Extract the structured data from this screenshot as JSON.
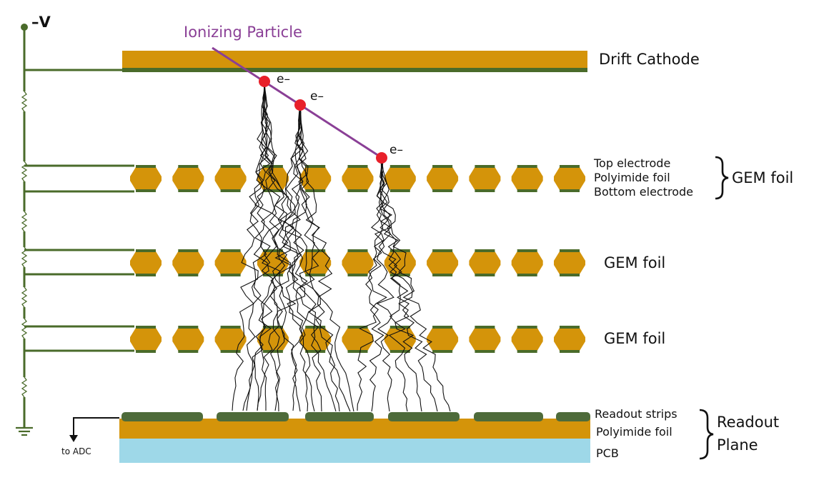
{
  "colors": {
    "wire": "#4a6b2a",
    "electrode": "#4a6b2a",
    "gold": "#d4940a",
    "pcb": "#9ed8e8",
    "strip": "#4e6b3a",
    "track": "#8a3f96",
    "electron": "#e8202a",
    "avalanche": "#111111"
  },
  "labels": {
    "voltage": "–V",
    "ionizing_particle": "Ionizing Particle",
    "drift_cathode": "Drift Cathode",
    "electron": "e–",
    "top_electrode": "Top electrode",
    "polyimide_foil": "Polyimide foil",
    "bottom_electrode": "Bottom electrode",
    "gem_foil": "GEM foil",
    "readout_strips": "Readout strips",
    "readout_polyimide": "Polyimide foil",
    "pcb": "PCB",
    "readout_plane_line1": "Readout",
    "readout_plane_line2": "Plane",
    "to_adc": "to ADC"
  },
  "icons": {
    "ground": "ground-symbol-icon",
    "arrow": "arrow-down-icon",
    "resistor": "resistor-icon"
  }
}
